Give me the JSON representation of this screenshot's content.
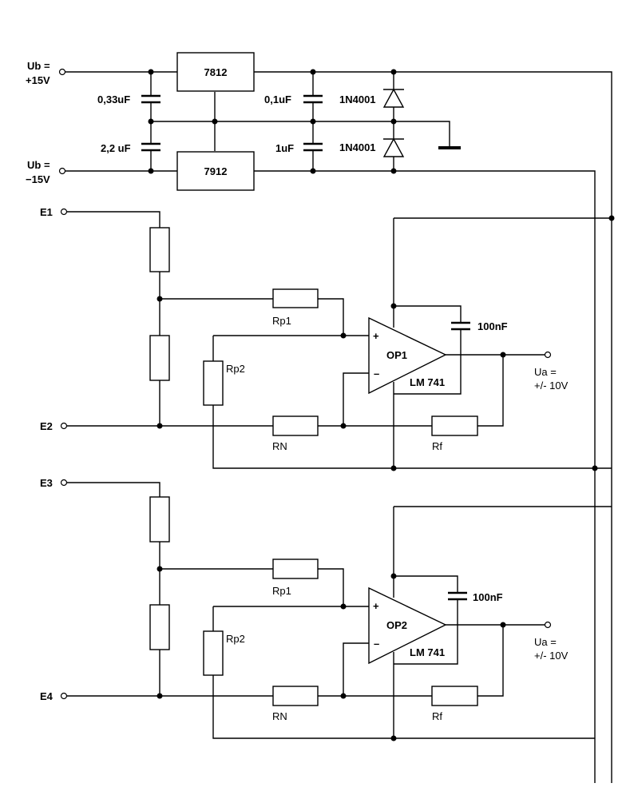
{
  "supply": {
    "ub_pos": [
      "Ub =",
      "+15V"
    ],
    "ub_neg": [
      "Ub =",
      "−15V"
    ],
    "reg_pos": "7812",
    "reg_neg": "7912",
    "c_in_top": "0,33uF",
    "c_in_bot": "2,2 uF",
    "c_out_top": "0,1uF",
    "c_out_bot": "1uF",
    "diode_top": "1N4001",
    "diode_bot": "1N4001"
  },
  "stages": [
    {
      "input_a": "E1",
      "input_b": "E2",
      "rp1": "Rp1",
      "rp2": "Rp2",
      "rn": "RN",
      "rf": "Rf",
      "op_name": "OP1",
      "op_type": "LM 741",
      "plus": "+",
      "minus": "–",
      "cap": "100nF",
      "out": [
        "Ua =",
        "+/- 10V"
      ]
    },
    {
      "input_a": "E3",
      "input_b": "E4",
      "rp1": "Rp1",
      "rp2": "Rp2",
      "rn": "RN",
      "rf": "Rf",
      "op_name": "OP2",
      "op_type": "LM 741",
      "plus": "+",
      "minus": "–",
      "cap": "100nF",
      "out": [
        "Ua =",
        "+/- 10V"
      ]
    }
  ]
}
